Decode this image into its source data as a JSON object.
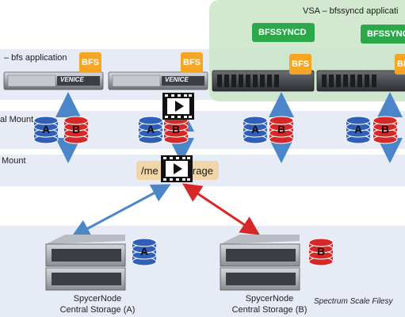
{
  "vsa_label": "VSA – bfssyncd applicati",
  "bfssyncd_buttons": [
    "BFSSYNCD",
    "BFSSYNC"
  ],
  "bfs_app_label": "– bfs application",
  "bfs_badge": "BFS",
  "server_brand": "VENICE",
  "local_mount_label": "al Mount",
  "mount_label": "Mount",
  "disk_a": "A",
  "disk_b": "B",
  "media_storage_label": "/me",
  "media_storage_suffix": "orage",
  "storage_a": {
    "name": "SpycerNode",
    "subtitle": "Central Storage (A)"
  },
  "storage_b": {
    "name": "SpycerNode",
    "subtitle": "Central Storage (B)"
  },
  "spectrum_label": "Spectrum Scale Filesy",
  "colors": {
    "band": "#e6ebf5",
    "vsa_panel": "#c8e4c4",
    "bfssyncd_green": "#2ca84a",
    "bfs_orange": "#f5a623",
    "disk_blue": "#2f5fb8",
    "disk_red": "#d62828",
    "arrow_blue": "#4a86c8",
    "arrow_red": "#d62828",
    "media_storage_bg": "#f0d6a8"
  }
}
